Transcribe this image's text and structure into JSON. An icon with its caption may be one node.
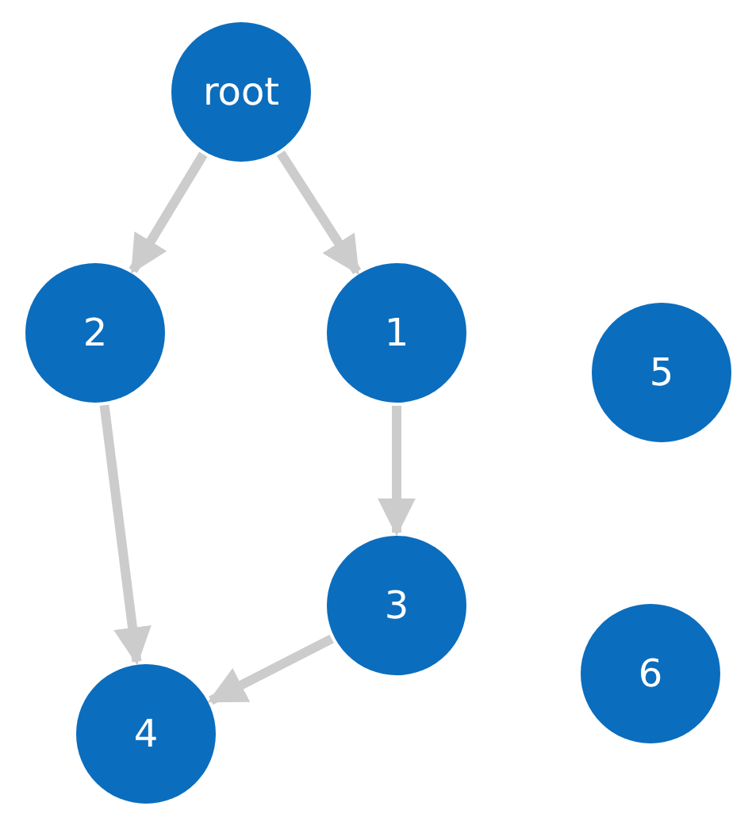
{
  "diagram": {
    "nodes": [
      {
        "text": [
          "root"
        ]
      },
      {
        "text": [
          "2"
        ]
      },
      {
        "text": [
          "1"
        ]
      },
      {
        "text": [
          "5"
        ]
      },
      {
        "text": [
          "3"
        ]
      },
      {
        "text": [
          "6"
        ]
      },
      {
        "text": [
          "4"
        ]
      }
    ],
    "edges": [
      {
        "from": 0,
        "to": 1,
        "arrow": "to"
      },
      {
        "from": 0,
        "to": 2,
        "arrow": "to"
      },
      {
        "from": 2,
        "to": 4,
        "arrow": "to"
      },
      {
        "from": 1,
        "to": 6,
        "arrow": "to"
      },
      {
        "from": 4,
        "to": 6,
        "arrow": "to"
      }
    ]
  }
}
